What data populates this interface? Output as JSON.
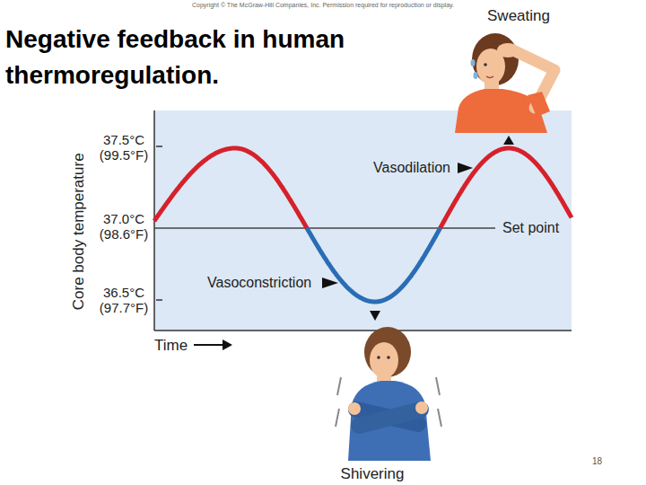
{
  "diagram": {
    "title": "Negative feedback in human thermoregulation.",
    "labels": [
      "Copyright © The McGraw-Hill Companies, Inc. Permission required for reproduction or display.",
      "Sweating",
      "37.5°C (99.5°F)",
      "37.0°C (98.6°F)",
      "36.5°C (97.7°F)",
      "Core body temperature",
      "Vasodilation",
      "Set point",
      "Vasoconstriction",
      "Time",
      "Shivering",
      "18"
    ]
  }
}
